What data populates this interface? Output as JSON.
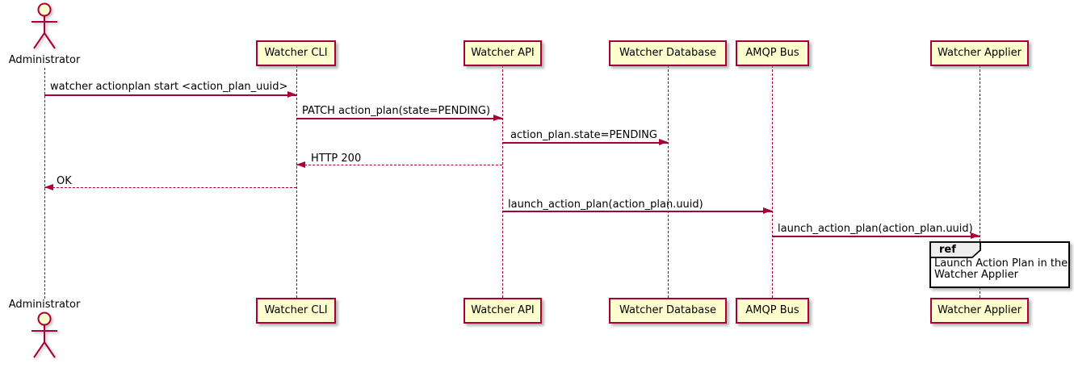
{
  "diagram": {
    "type": "sequence-diagram",
    "actor": {
      "name": "Administrator"
    },
    "participants": [
      {
        "label": "Watcher CLI"
      },
      {
        "label": "Watcher API"
      },
      {
        "label": "Watcher Database"
      },
      {
        "label": "AMQP Bus"
      },
      {
        "label": "Watcher Applier"
      }
    ],
    "messages": [
      {
        "from": "Administrator",
        "to": "Watcher CLI",
        "text": "watcher actionplan start <action_plan_uuid>",
        "style": "solid"
      },
      {
        "from": "Watcher CLI",
        "to": "Watcher API",
        "text": "PATCH action_plan(state=PENDING)",
        "style": "solid"
      },
      {
        "from": "Watcher API",
        "to": "Watcher Database",
        "text": "action_plan.state=PENDING",
        "style": "solid"
      },
      {
        "from": "Watcher API",
        "to": "Watcher CLI",
        "text": "HTTP 200",
        "style": "dashed-return"
      },
      {
        "from": "Watcher CLI",
        "to": "Administrator",
        "text": "OK",
        "style": "dashed-return"
      },
      {
        "from": "Watcher API",
        "to": "AMQP Bus",
        "text": "launch_action_plan(action_plan.uuid)",
        "style": "solid"
      },
      {
        "from": "AMQP Bus",
        "to": "Watcher Applier",
        "text": "launch_action_plan(action_plan.uuid)",
        "style": "solid"
      }
    ],
    "ref": {
      "keyword": "ref",
      "over": "Watcher Applier",
      "line1": "Launch Action Plan in the",
      "line2": "Watcher Applier"
    },
    "colors": {
      "participant_fill": "#FEFECE",
      "stroke": "#A80036",
      "text": "#000000",
      "ref_header_fill": "#EEEEEE",
      "ref_border": "#000000",
      "background": "#FFFFFF"
    }
  }
}
